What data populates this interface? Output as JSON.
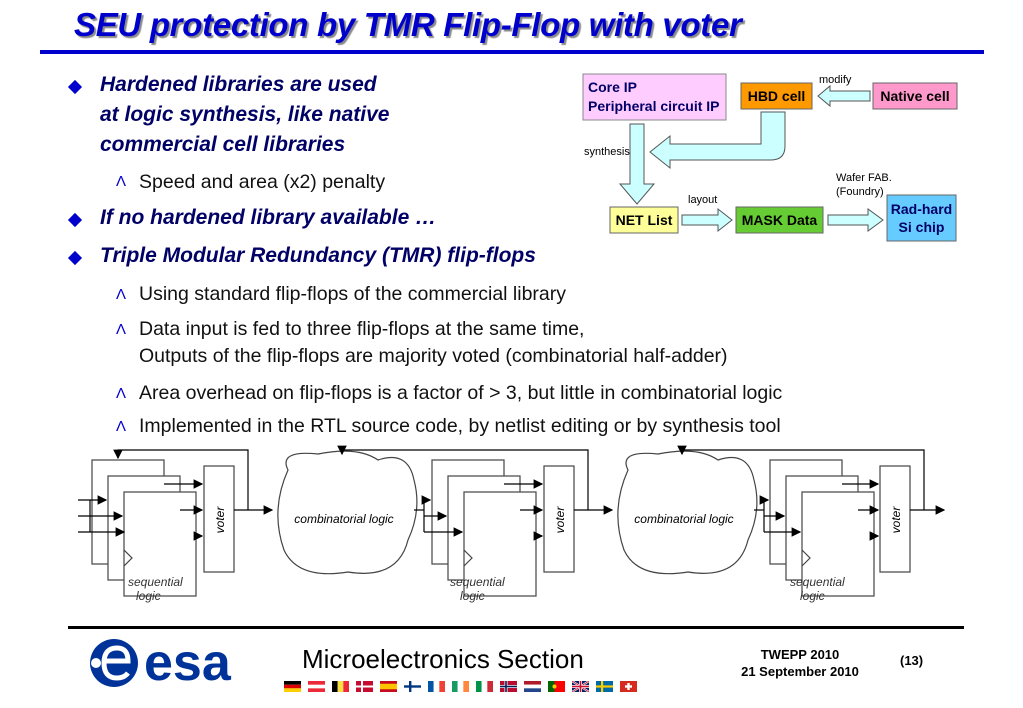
{
  "slide": {
    "title": "SEU protection by TMR Flip-Flop with voter",
    "bullets": [
      {
        "lines": [
          "Hardened libraries are used",
          "at logic synthesis, like native",
          "commercial cell libraries"
        ]
      },
      {
        "lines": [
          "If no hardened library available …"
        ]
      },
      {
        "lines": [
          "Triple Modular Redundancy (TMR) flip-flops"
        ]
      }
    ],
    "subbullets": {
      "speed": "Speed and area (x2) penalty",
      "standard": "Using standard flip-flops of the commercial library",
      "data1": "Data input is fed to three flip-flops at the same time,",
      "data2": "Outputs of the flip-flops are majority voted (combinatorial half-adder)",
      "area": "Area overhead on flip-flops is a factor of > 3, but little in combinatorial logic",
      "impl": "Implemented in the RTL source code, by netlist editing or by synthesis tool"
    },
    "bullet_marker": "diamond",
    "sub_marker": "Ʌ"
  },
  "flow_diagram": {
    "core_ip": [
      "Core IP",
      "Peripheral circuit IP"
    ],
    "hbd_cell": "HBD cell",
    "native_cell": "Native cell",
    "modify": "modify",
    "synthesis": "synthesis",
    "layout": "layout",
    "wafer": [
      "Wafer FAB.",
      "(Foundry)"
    ],
    "net_list": "NET List",
    "mask_data": "MASK Data",
    "rad_hard": [
      "Rad-hard",
      "Si chip"
    ],
    "colors": {
      "core": "#ffccff",
      "hbd": "#ff9900",
      "native": "#ff99cc",
      "net": "#ffff99",
      "mask": "#66cc33",
      "rad": "#66ccff",
      "arrow": "#ccffff"
    }
  },
  "tmr_diagram": {
    "voter": "voter",
    "combinatorial": "combinatorial logic",
    "sequential": [
      "sequential",
      "logic"
    ]
  },
  "footer": {
    "section": "Microelectronics Section",
    "conference": "TWEPP 2010",
    "date": "21 September 2010",
    "page": "(13)",
    "logo_text": "esa",
    "brand_color": "#003399"
  }
}
